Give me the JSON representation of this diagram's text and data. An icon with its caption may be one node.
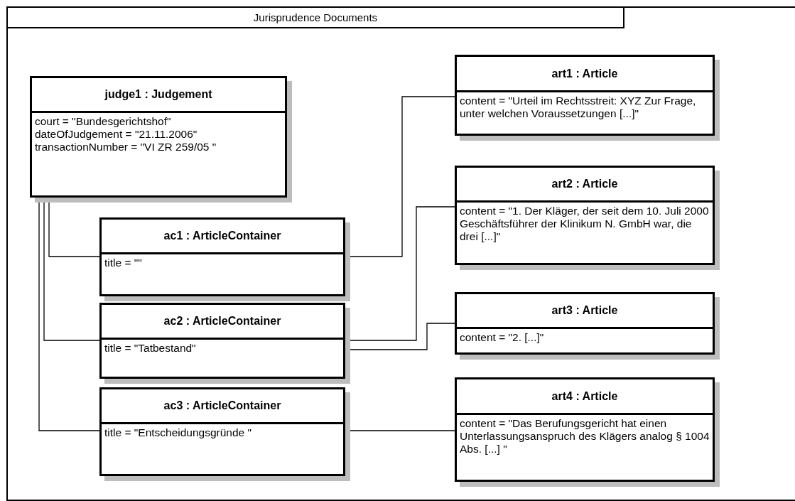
{
  "diagram": {
    "nodes": [
      {
        "text": [
          "Jurisprudence Documents"
        ]
      },
      {
        "text": [
          "judge1 : Judgement",
          "court = \"Bundesgerichtshof\"",
          "dateOfJudgement = \"21.11.2006\"",
          "transactionNumber = \"VI ZR 259/05 \""
        ],
        "in": 0
      },
      {
        "text": [
          "ac1 : ArticleContainer",
          "title = \"\""
        ],
        "in": 0
      },
      {
        "text": [
          "ac2 : ArticleContainer",
          "title = \"Tatbestand\""
        ],
        "in": 0
      },
      {
        "text": [
          "ac3 : ArticleContainer",
          "title = \"Entscheidungsgründe \""
        ],
        "in": 0
      },
      {
        "text": [
          "art1 : Article",
          "content = \"Urteil im Rechtsstreit: XYZ Zur Frage, unter welchen Voraussetzungen [...]\""
        ],
        "in": 0
      },
      {
        "text": [
          "art2 : Article",
          "content = \"1. Der Kläger, der seit dem 10. Juli 2000 Geschäftsführer der Klinikum N. GmbH war, die drei  [...]\""
        ],
        "in": 0
      },
      {
        "text": [
          "art3 : Article",
          "content = \"2.  [...]\""
        ],
        "in": 0
      },
      {
        "text": [
          "art4 : Article",
          "content = \"Das Berufungsgericht hat einen Unterlassungsanspruch des Klägers analog § 1004 Abs. [...] \""
        ],
        "in": 0
      }
    ],
    "edges": [
      {
        "from": 1,
        "to": 2,
        "arrow": "none"
      },
      {
        "from": 1,
        "to": 3,
        "arrow": "none"
      },
      {
        "from": 1,
        "to": 4,
        "arrow": "none"
      },
      {
        "from": 2,
        "to": 5,
        "arrow": "none"
      },
      {
        "from": 3,
        "to": 6,
        "arrow": "none"
      },
      {
        "from": 3,
        "to": 7,
        "arrow": "none"
      },
      {
        "from": 4,
        "to": 8,
        "arrow": "none"
      }
    ]
  }
}
